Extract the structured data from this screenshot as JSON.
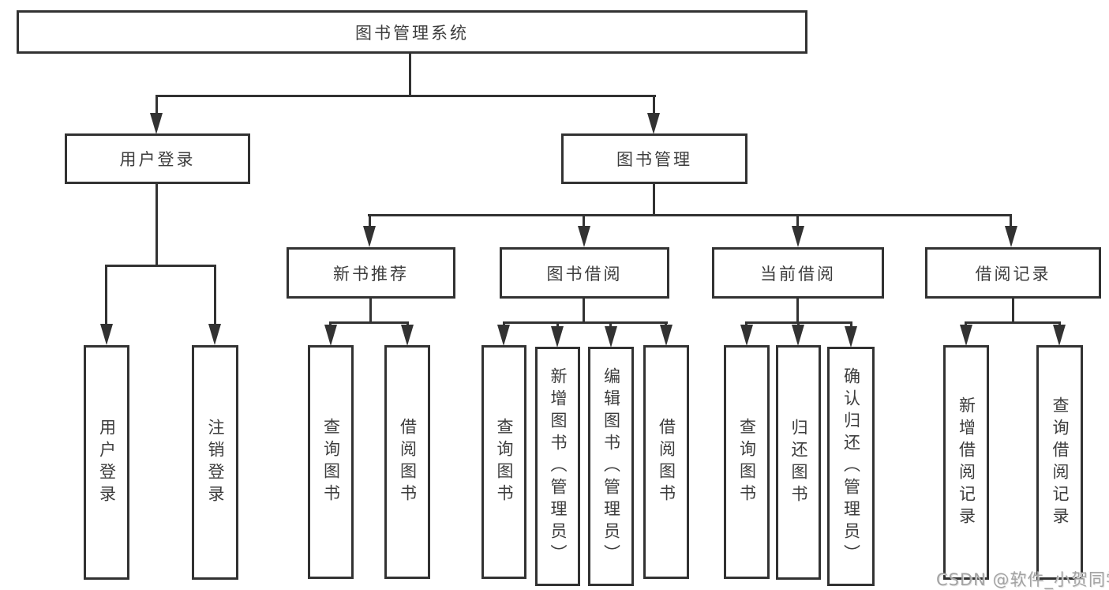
{
  "diagram": {
    "title": "图书管理系统",
    "nodes": {
      "root": {
        "label": "图书管理系统"
      },
      "user_login": {
        "label": "用户登录"
      },
      "book_mgmt": {
        "label": "图书管理"
      },
      "new_book_rec": {
        "label": "新书推荐"
      },
      "book_borrow": {
        "label": "图书借阅"
      },
      "current_borrow": {
        "label": "当前借阅"
      },
      "borrow_records": {
        "label": "借阅记录"
      },
      "ul_login": {
        "label": "用户登录"
      },
      "ul_logout": {
        "label": "注销登录"
      },
      "nb_query": {
        "label": "查询图书"
      },
      "nb_borrow": {
        "label": "借阅图书"
      },
      "bb_query": {
        "label": "查询图书"
      },
      "bb_add": {
        "label": "新增图书（管理员）"
      },
      "bb_edit": {
        "label": "编辑图书（管理员）"
      },
      "bb_borrow": {
        "label": "借阅图书"
      },
      "cb_query": {
        "label": "查询图书"
      },
      "cb_return": {
        "label": "归还图书"
      },
      "cb_confirm": {
        "label": "确认归还（管理员）"
      },
      "br_add": {
        "label": "新增借阅记录"
      },
      "br_query": {
        "label": "查询借阅记录"
      }
    },
    "edges": [
      [
        "root",
        "user_login"
      ],
      [
        "root",
        "book_mgmt"
      ],
      [
        "user_login",
        "ul_login"
      ],
      [
        "user_login",
        "ul_logout"
      ],
      [
        "book_mgmt",
        "new_book_rec"
      ],
      [
        "book_mgmt",
        "book_borrow"
      ],
      [
        "book_mgmt",
        "current_borrow"
      ],
      [
        "book_mgmt",
        "borrow_records"
      ],
      [
        "new_book_rec",
        "nb_query"
      ],
      [
        "new_book_rec",
        "nb_borrow"
      ],
      [
        "book_borrow",
        "bb_query"
      ],
      [
        "book_borrow",
        "bb_add"
      ],
      [
        "book_borrow",
        "bb_edit"
      ],
      [
        "book_borrow",
        "bb_borrow"
      ],
      [
        "current_borrow",
        "cb_query"
      ],
      [
        "current_borrow",
        "cb_return"
      ],
      [
        "current_borrow",
        "cb_confirm"
      ],
      [
        "borrow_records",
        "br_add"
      ],
      [
        "borrow_records",
        "br_query"
      ]
    ]
  },
  "watermark": {
    "text": "CSDN @软件_小贺同学"
  },
  "colors": {
    "background": "#ffffff",
    "line": "#323232",
    "box_border": "#323232",
    "text": "#3d3d3d",
    "watermark": "#a3a3a3"
  }
}
